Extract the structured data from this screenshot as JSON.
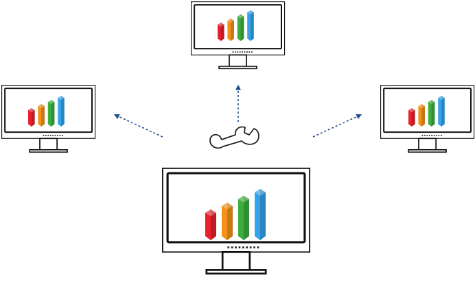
{
  "diagram": {
    "type": "hub-and-spoke",
    "hub": {
      "icon": "wrench-icon"
    },
    "nodes": [
      {
        "id": "source",
        "role": "source",
        "icon": "monitor-icon",
        "content_icon": "bar-chart-icon"
      },
      {
        "id": "top",
        "role": "target",
        "icon": "monitor-icon",
        "content_icon": "bar-chart-icon"
      },
      {
        "id": "left",
        "role": "target",
        "icon": "monitor-icon",
        "content_icon": "bar-chart-icon"
      },
      {
        "id": "right",
        "role": "target",
        "icon": "monitor-icon",
        "content_icon": "bar-chart-icon"
      }
    ],
    "edges": [
      {
        "from": "hub",
        "to": "top",
        "style": "dashed",
        "arrow": true
      },
      {
        "from": "hub",
        "to": "left",
        "style": "dashed",
        "arrow": true
      },
      {
        "from": "hub",
        "to": "right",
        "style": "dashed",
        "arrow": true
      }
    ]
  },
  "colors": {
    "bar_red": "#e8222d",
    "bar_orange": "#f39219",
    "bar_green": "#3dae3d",
    "bar_blue": "#33a4ec",
    "arrow": "#1e4e8c",
    "outline": "#111111"
  }
}
